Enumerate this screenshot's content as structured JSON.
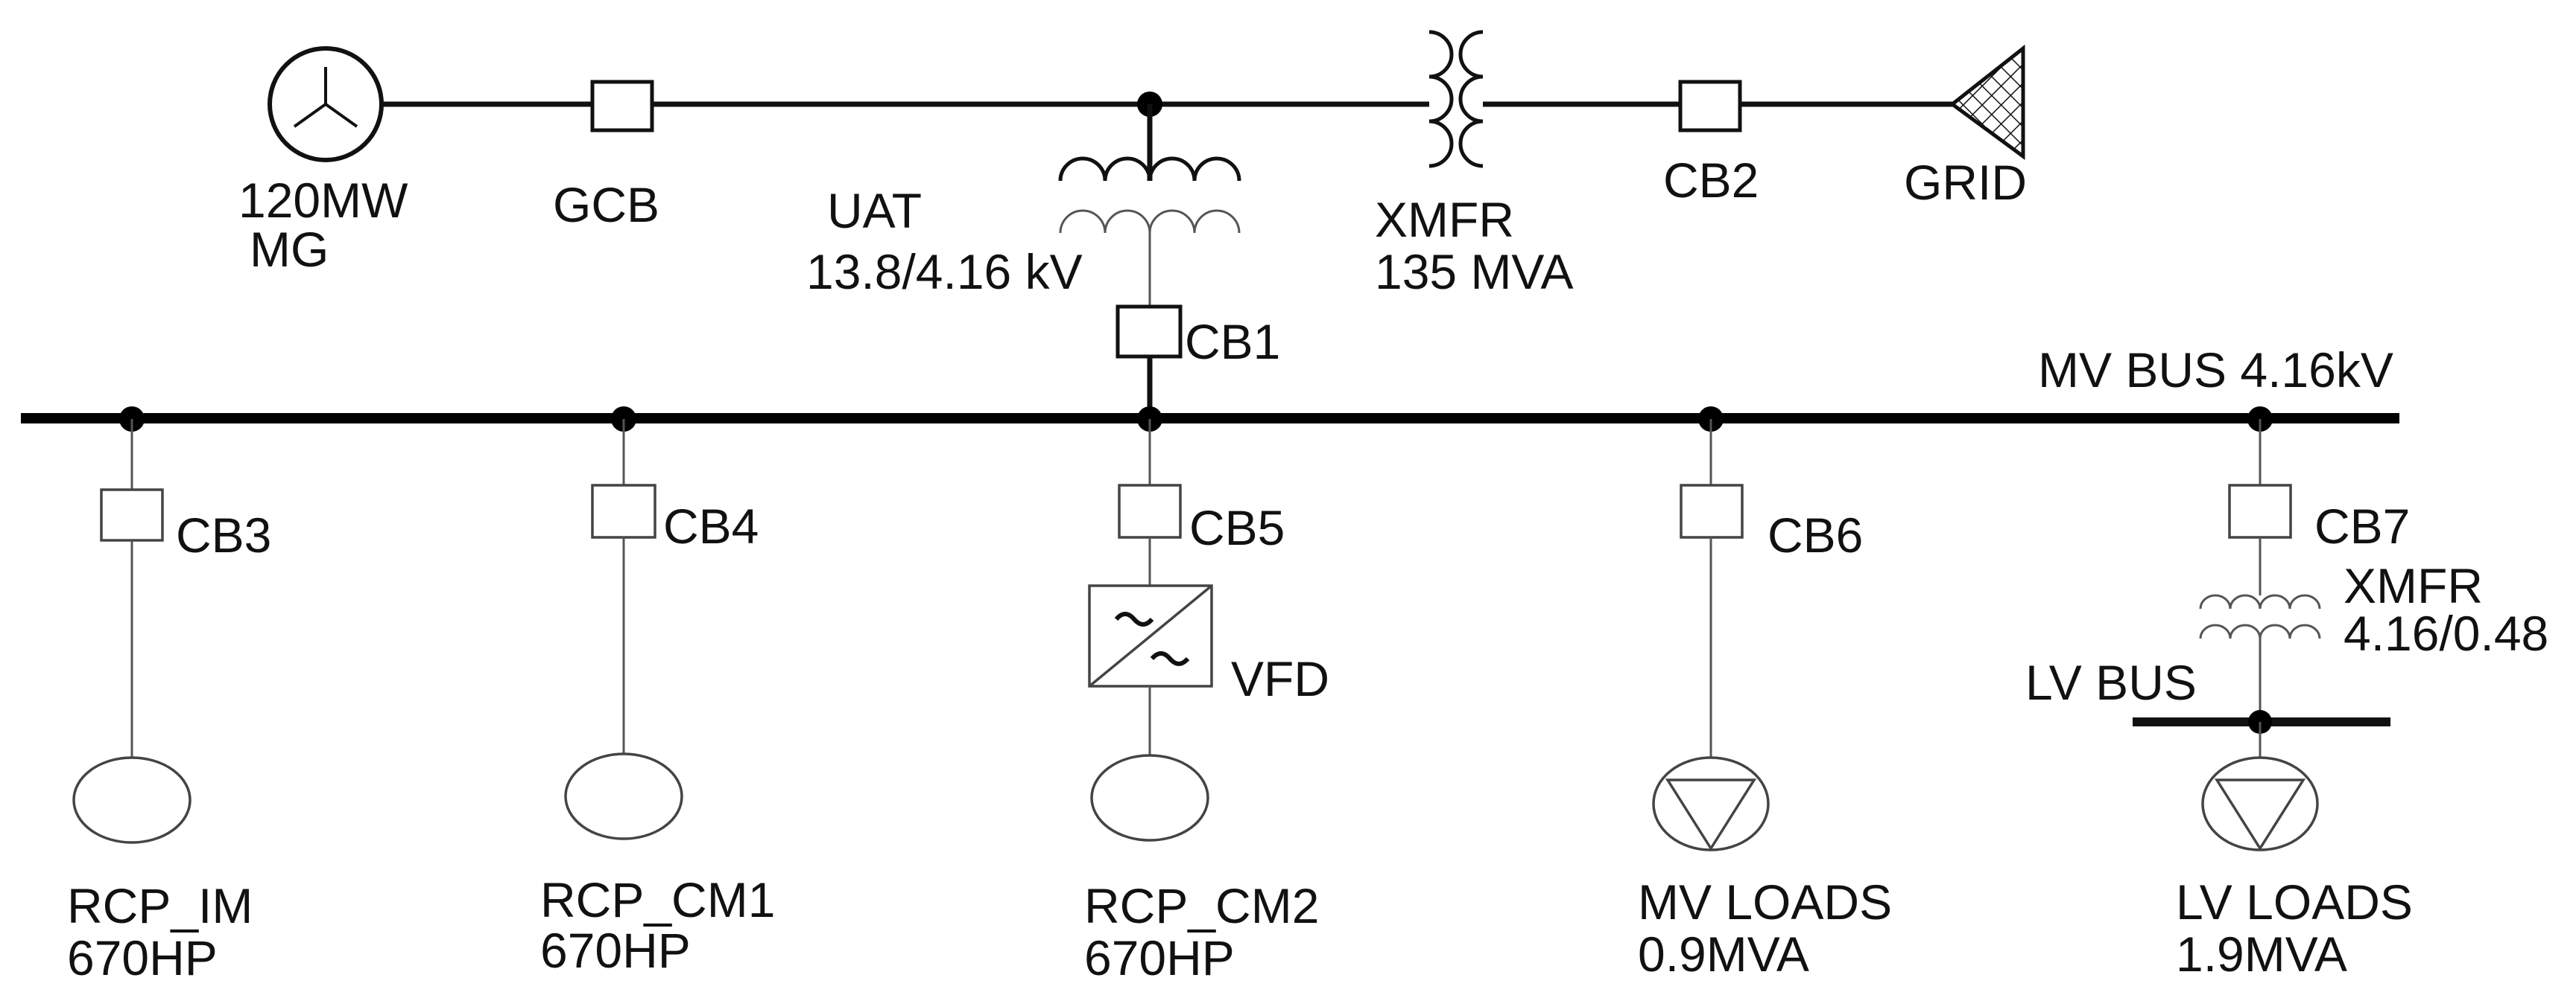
{
  "generation": {
    "generator_rating": "120MW",
    "generator_name": "MG",
    "gcb": "GCB",
    "uat_name": "UAT",
    "uat_rating": "13.8/4.16 kV",
    "xmfr_name": "XMFR",
    "xmfr_rating": "135 MVA",
    "cb2": "CB2",
    "grid": "GRID",
    "cb1": "CB1"
  },
  "mv_bus": {
    "label": "MV BUS 4.16kV"
  },
  "feeders": [
    {
      "breaker": "CB3",
      "load_name": "RCP_IM",
      "load_rating": "670HP"
    },
    {
      "breaker": "CB4",
      "load_name": "RCP_CM1",
      "load_rating": "670HP"
    },
    {
      "breaker": "CB5",
      "device": "VFD",
      "load_name": "RCP_CM2",
      "load_rating": "670HP"
    },
    {
      "breaker": "CB6",
      "load_name": "MV LOADS",
      "load_rating": "0.9MVA"
    },
    {
      "breaker": "CB7",
      "xmfr_name": "XMFR",
      "xmfr_rating": "4.16/0.48",
      "lv_bus": "LV BUS",
      "load_name": "LV LOADS",
      "load_rating": "1.9MVA"
    }
  ]
}
